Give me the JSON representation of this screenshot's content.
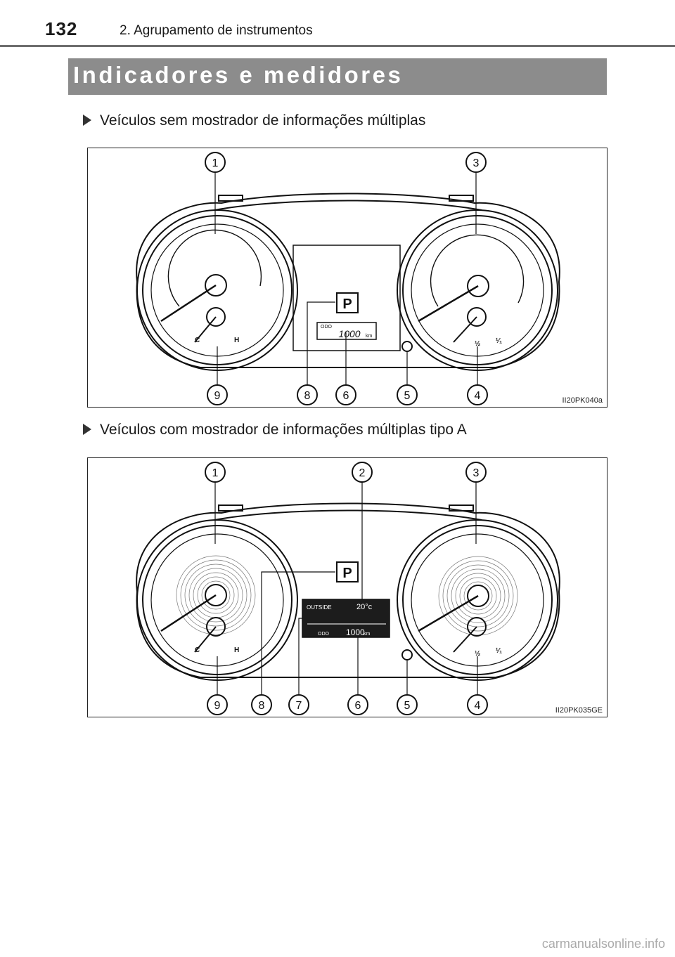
{
  "header": {
    "page_number": "132",
    "chapter": "2. Agrupamento de instrumentos"
  },
  "section": {
    "title": "Indicadores e medidores"
  },
  "figures": [
    {
      "heading": "Veículos sem mostrador de informações múltiplas",
      "code": "II20PK040a",
      "callouts": [
        "1",
        "3",
        "9",
        "8",
        "6",
        "5",
        "4"
      ],
      "gear_indicator": "P",
      "odo_label": "ODO",
      "odo_value": "1000",
      "odo_unit": "km",
      "temp_cold": "C",
      "temp_hot": "H",
      "fuel_half": "½",
      "fuel_full": "¹⁄₁"
    },
    {
      "heading": "Veículos com mostrador de informações múltiplas tipo A",
      "code": "II20PK035GE",
      "callouts": [
        "1",
        "2",
        "3",
        "9",
        "8",
        "7",
        "6",
        "5",
        "4"
      ],
      "gear_indicator": "P",
      "outside_label": "OUTSIDE",
      "outside_value": "20°c",
      "odo_label": "ODO",
      "odo_value": "1000",
      "odo_unit": "km",
      "temp_cold": "C",
      "temp_hot": "H",
      "fuel_half": "½",
      "fuel_full": "¹⁄₁"
    }
  ],
  "footer": {
    "watermark": "carmanualsonline.info"
  }
}
